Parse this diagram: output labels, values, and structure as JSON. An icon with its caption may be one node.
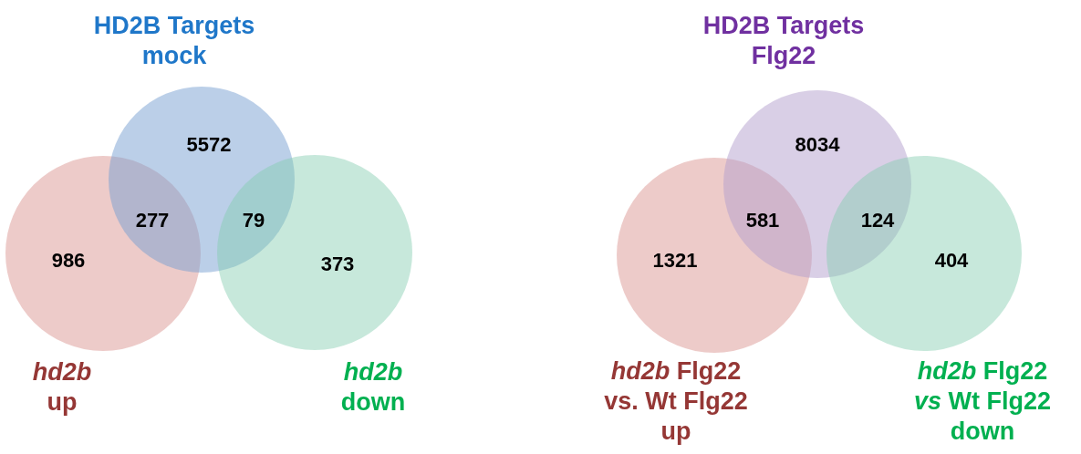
{
  "diagram": {
    "nodes": [
      {
        "text": [
          "986",
          "*hd2b* up"
        ]
      },
      {
        "text": [
          "HD2B Targets mock",
          "5572"
        ]
      },
      {
        "text": [
          "373",
          "*hd2b* down"
        ]
      },
      {
        "text": [
          "1321",
          "*hd2b* Flg22 vs. Wt Flg22 up"
        ]
      },
      {
        "text": [
          "HD2B Targets Flg22",
          "8034"
        ]
      },
      {
        "text": [
          "404",
          "*hd2b* Flg22 *vs* Wt Flg22 down"
        ]
      }
    ],
    "edges": [],
    "labels": [
      "277",
      "79",
      "581",
      "124"
    ]
  }
}
